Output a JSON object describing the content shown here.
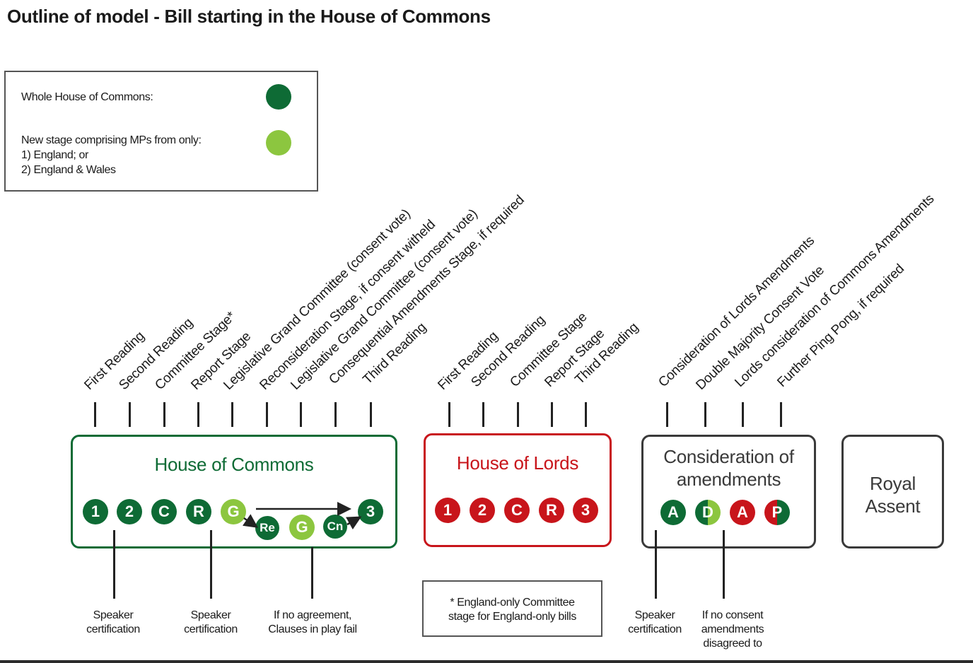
{
  "title": "Outline of model - Bill starting in the House of Commons",
  "legend": {
    "whole_house": "Whole House of Commons:",
    "new_stage": "New stage comprising MPs from only:\n1) England; or\n2) England & Wales"
  },
  "colors": {
    "dark_green": "#0e6b35",
    "light_green": "#8cc63f",
    "red": "#c8151b"
  },
  "commons_stages": [
    "First Reading",
    "Second Reading",
    "Committee Stage*",
    "Report Stage",
    "Legislative Grand Committee (consent vote)",
    "Reconsideration Stage, if consent witheld",
    "Legislative Grand Committee (consent vote)",
    "Consequential Amendments Stage, if required",
    "Third Reading"
  ],
  "lords_stages": [
    "First Reading",
    "Second Reading",
    "Committee Stage",
    "Report Stage",
    "Third Reading"
  ],
  "amend_stages": [
    "Consideration of Lords Amendments",
    "Double Majority Consent Vote",
    "Lords consideration of Commons Amendments",
    "Further Ping Pong, if required"
  ],
  "boxes": {
    "commons": "House of Commons",
    "lords": "House of Lords",
    "amendments": "Consideration of\namendments",
    "royal": "Royal\nAssent"
  },
  "commons_circles": [
    "1",
    "2",
    "C",
    "R",
    "G",
    "Re",
    "G",
    "Cn",
    "3"
  ],
  "lords_circles": [
    "1",
    "2",
    "C",
    "R",
    "3"
  ],
  "amend_circles": [
    "A",
    "D",
    "A",
    "P"
  ],
  "notes": {
    "speaker1": "Speaker\ncertification",
    "speaker2": "Speaker\ncertification",
    "no_agreement": "If no agreement,\nClauses in play fail",
    "speaker3": "Speaker\ncertification",
    "no_consent": "If no consent\namendments\ndisagreed to"
  },
  "footnote": "* England-only Committee\nstage for England-only bills"
}
